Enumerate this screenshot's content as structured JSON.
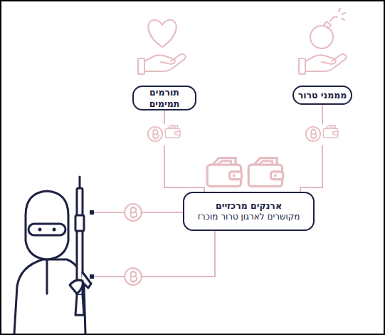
{
  "diagram": {
    "nodes": [
      {
        "text": [
          "מממני טרור"
        ]
      },
      {
        "text": [
          "תורמים תמימים"
        ]
      },
      {
        "text": [
          "ארנקים מרכזיים",
          "מקושרים לארגון טרור מוכרז"
        ]
      }
    ],
    "edges": [
      {
        "from": 0,
        "to": 2,
        "arrow": "none"
      },
      {
        "from": 1,
        "to": 2,
        "arrow": "none"
      }
    ]
  }
}
